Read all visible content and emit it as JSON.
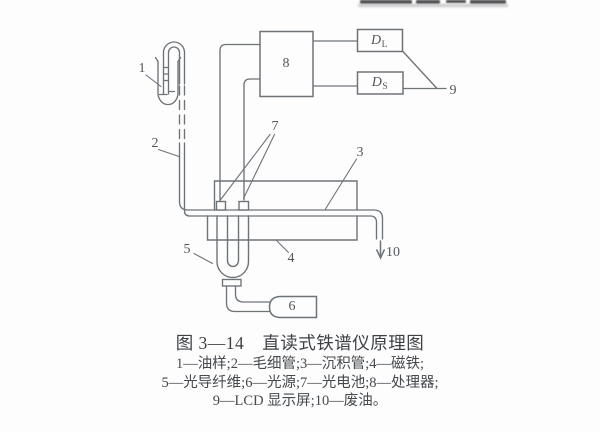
{
  "colors": {
    "line": "#6e7378",
    "label_text": "#53575c",
    "caption_text": "#43474c",
    "background": "#fdfdfd"
  },
  "diagram": {
    "component_labels": {
      "oil_sample": "1",
      "capillary": "2",
      "precipitation_tube": "3",
      "magnet": "4",
      "optic_fiber": "5",
      "light_source": "6",
      "photocell": "7",
      "processor": "8",
      "lcd_display": "9",
      "waste_oil": "10"
    },
    "detectors": {
      "large": {
        "main": "D",
        "sub": "L"
      },
      "small": {
        "main": "D",
        "sub": "S"
      }
    }
  },
  "caption": {
    "title": "图 3—14　直读式铁谱仪原理图",
    "legend": [
      "1—油样;2—毛细管;3—沉积管;4—磁铁;",
      "5—光导纤维;6—光源;7—光电池;8—处理器;",
      "9—LCD 显示屏;10—废油。"
    ]
  }
}
